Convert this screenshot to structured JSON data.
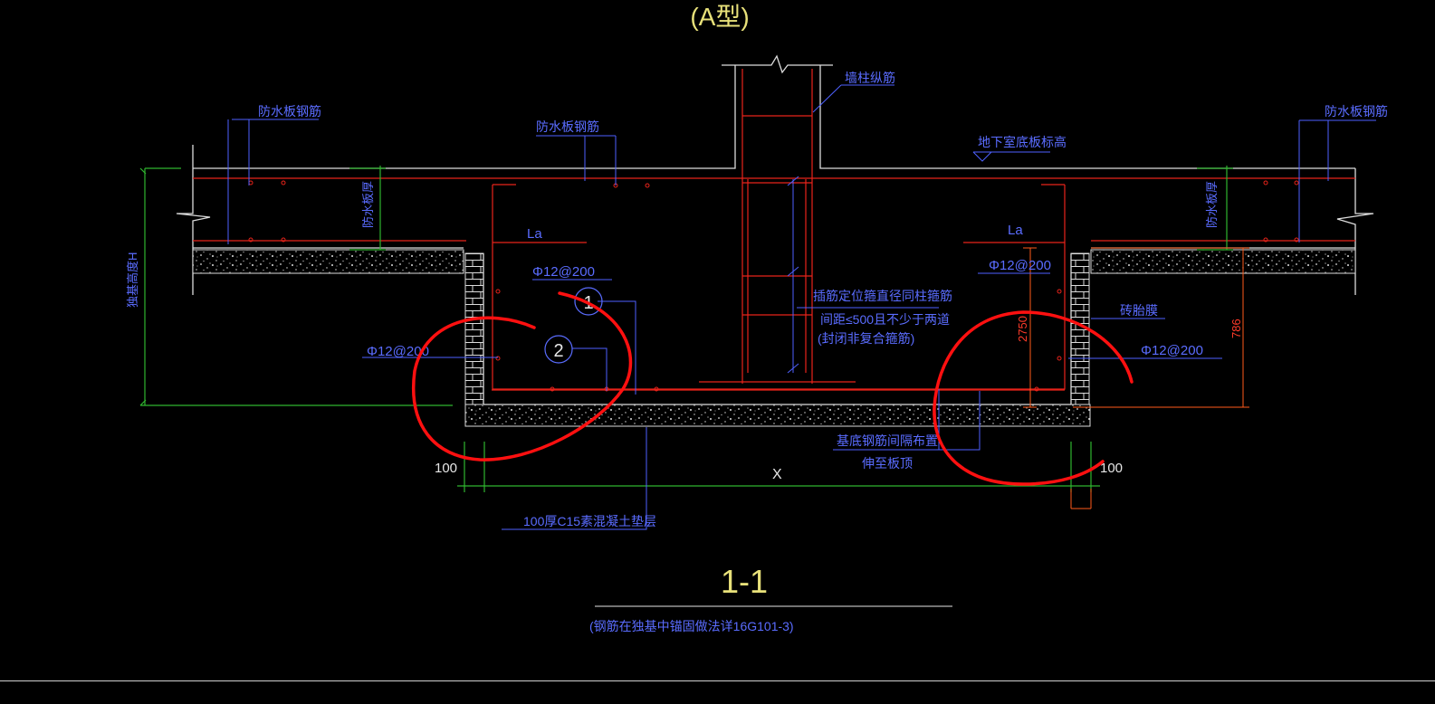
{
  "drawing": {
    "type_title": "(A型)",
    "section_title": "1-1",
    "section_note": "(钢筋在独基中锚固做法详16G101-3)",
    "labels": {
      "waterproof_rebar_left": "防水板钢筋",
      "waterproof_rebar_mid": "防水板钢筋",
      "waterproof_rebar_right": "防水板钢筋",
      "wall_column_rebar": "墙柱纵筋",
      "basement_floor_level": "地下室底板标高",
      "waterproof_thickness_left": "防水板厚",
      "waterproof_thickness_right": "防水板厚",
      "foundation_height": "独基高度H",
      "la_left": "La",
      "la_right": "La",
      "rebar_top_left": "Φ12@200",
      "rebar_top_right": "Φ12@200",
      "rebar_side_left": "Φ12@200",
      "rebar_side_right": "Φ12@200",
      "marker_1": "1",
      "marker_2": "2",
      "dowel_note_1": "插筋定位箍直径同柱箍筋",
      "dowel_note_2": "间距≤500且不少于两道",
      "dowel_note_3": "(封闭非复合箍筋)",
      "brick_mold": "砖胎膜",
      "dim_2750": "2750",
      "dim_786": "786",
      "base_rebar_note_1": "基底钢筋间隔布置",
      "base_rebar_note_2": "伸至板顶",
      "dim_100_left": "100",
      "dim_100_right": "100",
      "dim_x": "X",
      "cushion_note": "100厚C15素混凝土垫层"
    },
    "colors": {
      "background": "#000000",
      "annotation": "#5a6cff",
      "rebar": "#e8231a",
      "outline": "#dcdcdc",
      "dimension": "#2fb52f",
      "title": "#e8e17a",
      "markup": "#ff1010"
    }
  }
}
